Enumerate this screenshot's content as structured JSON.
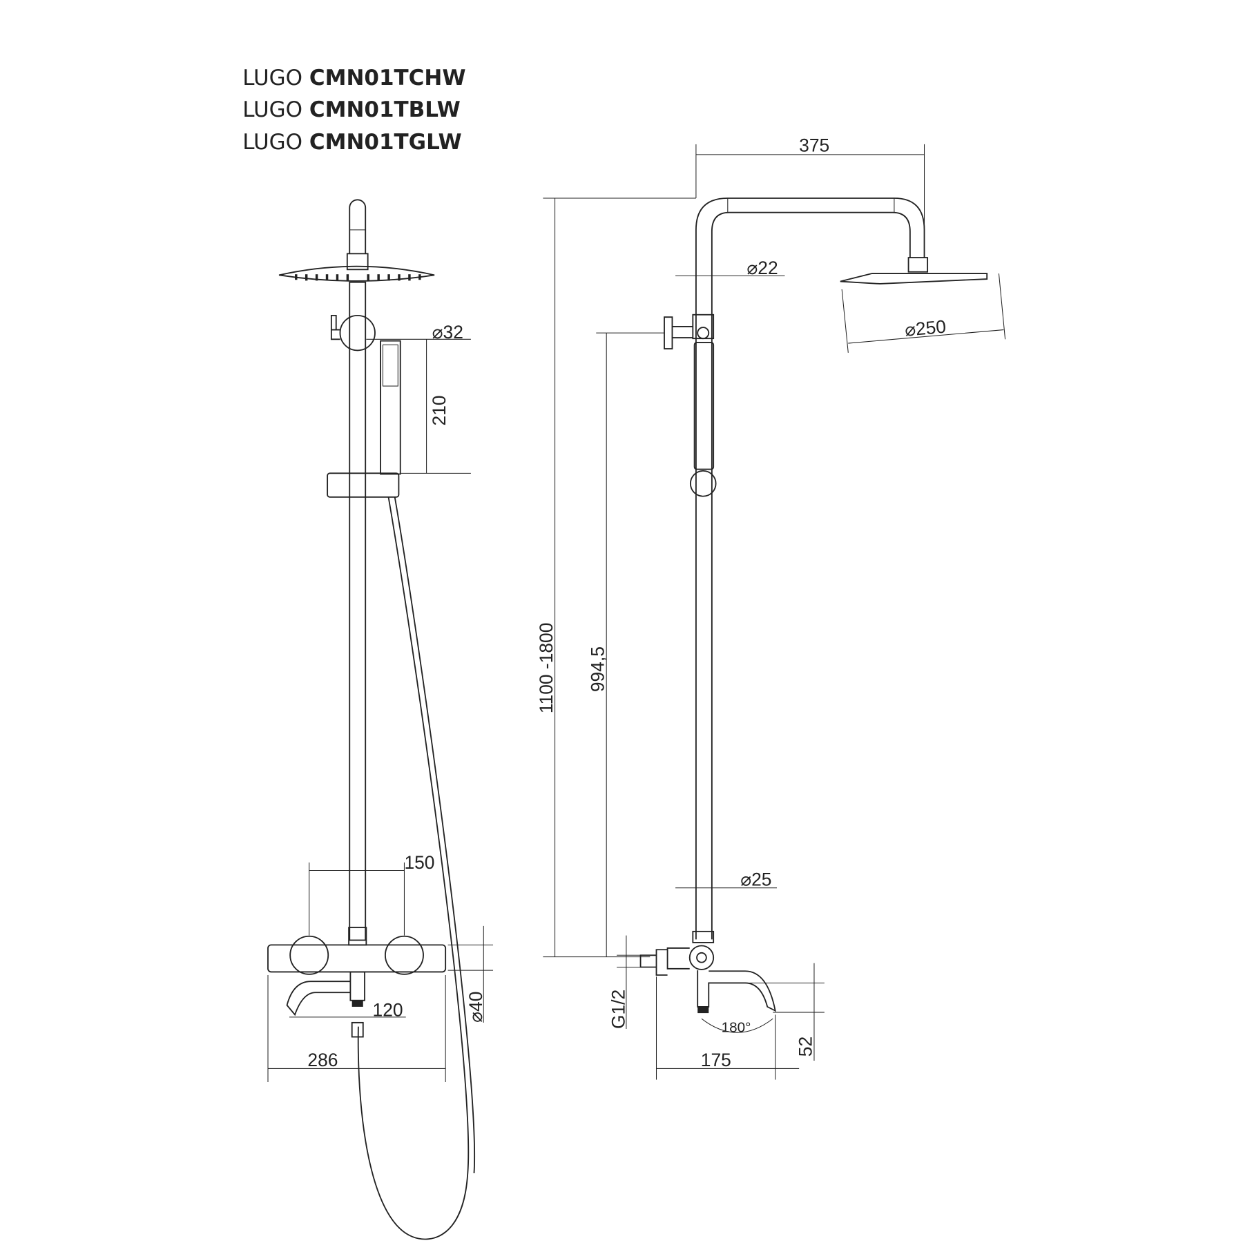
{
  "title": {
    "lines": [
      {
        "series": "LUGO",
        "code": "CMN01TCHW"
      },
      {
        "series": "LUGO",
        "code": "CMN01TBLW"
      },
      {
        "series": "LUGO",
        "code": "CMN01TGLW"
      }
    ]
  },
  "front_view": {
    "dim_hand_shower_dia": "⌀32",
    "dim_hand_shower_len": "210",
    "dim_knob_spacing": "150",
    "dim_spout": "120",
    "dim_body_width": "286",
    "dim_body_dia": "⌀40"
  },
  "side_view": {
    "dim_arm_length": "375",
    "dim_arm_dia": "⌀22",
    "dim_head_dia": "⌀250",
    "dim_total_height": "1100 -1800",
    "dim_rail_height": "994,5",
    "dim_rail_dia": "⌀25",
    "dim_thread": "G1/2",
    "dim_projection": "175",
    "dim_spout_drop": "52",
    "dim_rotation": "180°"
  }
}
